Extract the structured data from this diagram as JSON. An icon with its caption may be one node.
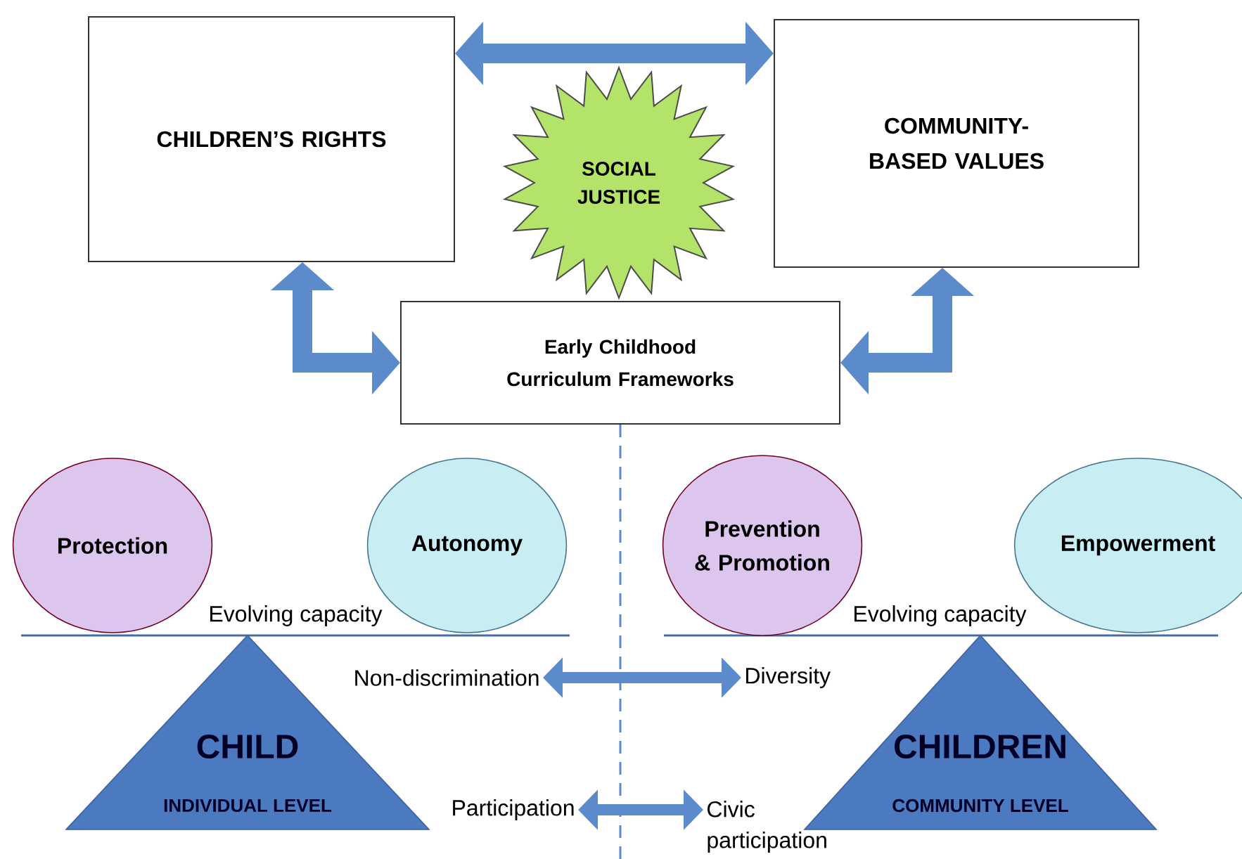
{
  "diagram": {
    "nodes": [
      {
        "text": [
          "CHILDREN’S RIGHTS"
        ]
      },
      {
        "text": [
          "COMMUNITY-BASED VALUES"
        ]
      },
      {
        "text": [
          "SOCIAL JUSTICE"
        ]
      },
      {
        "text": [
          "Early Childhood Curriculum Frameworks"
        ]
      },
      {
        "text": [
          "Protection"
        ]
      },
      {
        "text": [
          "Autonomy"
        ]
      },
      {
        "text": [
          "Prevention & Promotion"
        ]
      },
      {
        "text": [
          "Empowerment"
        ]
      },
      {
        "text": [
          "CHILD",
          "INDIVIDUAL LEVEL"
        ]
      },
      {
        "text": [
          "CHILDREN",
          "COMMUNITY LEVEL"
        ]
      },
      {
        "text": [
          "Non-discrimination"
        ]
      },
      {
        "text": [
          "Diversity"
        ]
      },
      {
        "text": [
          "Participation"
        ]
      },
      {
        "text": [
          "Civic participation"
        ]
      }
    ],
    "edges": [
      {
        "from": 0,
        "to": 1,
        "arrow": "both"
      },
      {
        "from": 3,
        "to": 0,
        "arrow": "both"
      },
      {
        "from": 3,
        "to": 1,
        "arrow": "both"
      },
      {
        "from": 10,
        "to": 11,
        "arrow": "both"
      },
      {
        "from": 12,
        "to": 13,
        "arrow": "both"
      }
    ],
    "labels": [
      "Evolving capacity",
      "Evolving capacity"
    ]
  }
}
